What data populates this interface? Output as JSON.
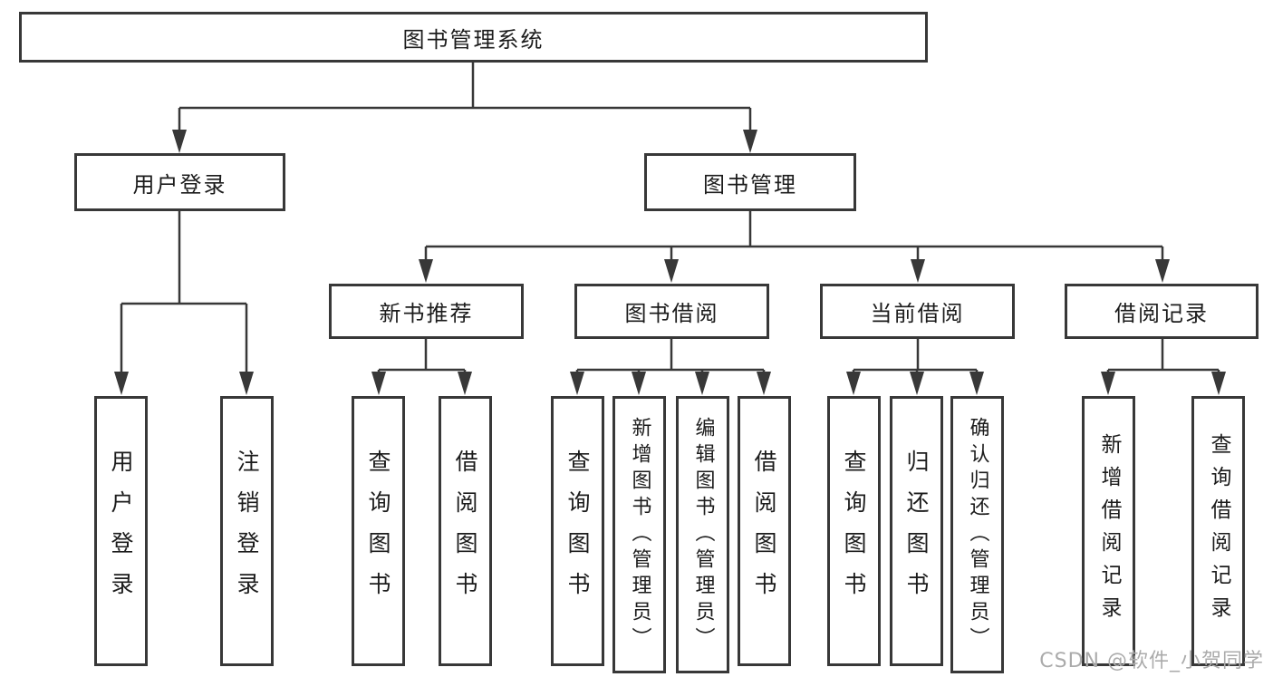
{
  "tree": {
    "root": {
      "label": "图书管理系统"
    },
    "branches": [
      {
        "label": "用户登录",
        "children": [
          {
            "label": "用户登录"
          },
          {
            "label": "注销登录"
          }
        ]
      },
      {
        "label": "图书管理",
        "children": [
          {
            "label": "新书推荐",
            "children": [
              {
                "label": "查询图书"
              },
              {
                "label": "借阅图书"
              }
            ]
          },
          {
            "label": "图书借阅",
            "children": [
              {
                "label": "查询图书"
              },
              {
                "label": "新增图书（管理员）"
              },
              {
                "label": "编辑图书（管理员）"
              },
              {
                "label": "借阅图书"
              }
            ]
          },
          {
            "label": "当前借阅",
            "children": [
              {
                "label": "查询图书"
              },
              {
                "label": "归还图书"
              },
              {
                "label": "确认归还（管理员）"
              }
            ]
          },
          {
            "label": "借阅记录",
            "children": [
              {
                "label": "新增借阅记录"
              },
              {
                "label": "查询借阅记录"
              }
            ]
          }
        ]
      }
    ]
  },
  "watermark": "CSDN @软件_小贺同学",
  "colors": {
    "line": "#383838",
    "box_border": "#383838",
    "text": "#1c1c1c",
    "watermark": "#ababab",
    "background": "#ffffff"
  }
}
